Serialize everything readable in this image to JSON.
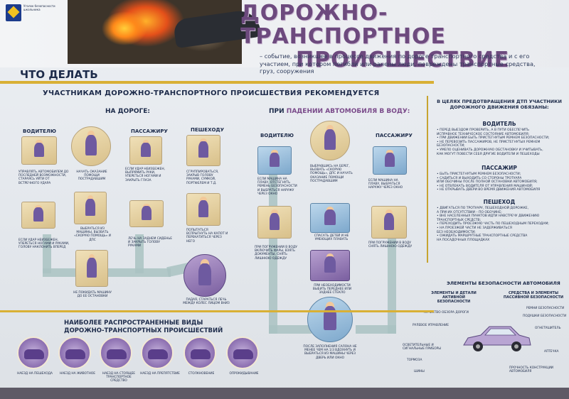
{
  "header": {
    "logo_text": "Уголок безопасности школьника",
    "title_line1": "ДОРОЖНО-ТРАНСПОРТНОЕ",
    "title_line2": "ПРОИСШЕСТВИЕ",
    "definition": "– событие, возникшее в процессе движения по дороге транспортного средства и с его участием, при котором погибли или ранены люди, повреждены транспортные средства, груз, сооружения"
  },
  "what_to_do": "ЧТО ДЕЛАТЬ",
  "recommend_title": "УЧАСТНИКАМ ДОРОЖНО-ТРАНСПОРТНОГО ПРОИСШЕСТВИЯ РЕКОМЕНДУЕТСЯ",
  "road": {
    "title": "НА ДОРОГЕ:",
    "driver": "ВОДИТЕЛЮ",
    "passenger": "ПАССАЖИРУ",
    "pedestrian": "ПЕШЕХОДУ",
    "captions": {
      "c1": "УПРАВЛЯТЬ АВТОМОБИЛЕМ ДО ПОСЛЕДНЕЙ ВОЗМОЖНОСТИ, СТАРАЯСЬ УЙТИ ОТ ВСТРЕЧНОГО УДАРА",
      "c2": "НАЧАТЬ ОКАЗАНИЕ ПОМОЩИ ПОСТРАДАВШИМ",
      "c3": "ЕСЛИ УДАР НЕИЗБЕЖЕН, ВЫПРЯМИТЬ РУКИ, УПЕРЕТЬСЯ НОГАМИ И ЗАКРЫТЬ ГЛАЗА",
      "c4": "СГРУППИРОВАТЬСЯ, ЗАКРЫВ ГОЛОВУ РУКАМИ, СУМКОЙ, ПОРТФЕЛЕМ И Т.Д.",
      "c5": "ЕСЛИ УДАР НЕИЗБЕЖЕН, УПЕРЕТЬСЯ НОГАМИ И РУКАМИ, ГОЛОВУ НАКЛОНИТЬ ВПЕРЕД",
      "c6": "ВЫБРАТЬСЯ ИЗ МАШИНЫ, ВЫЗВАТЬ «СКОРУЮ ПОМОЩЬ» И ДПС",
      "c7": "ЛЕЧЬ НА ЗАДНЕМ СИДЕНЬЕ И ЗАКРЫТЬ ГОЛОВУ РУКАМИ",
      "c8": "ПОПЫТАТЬСЯ ВСПРЫГНУТЬ НА КАПОТ И ПЕРЕКАТИТЬСЯ ЧЕРЕЗ НЕГО",
      "c9": "НЕ ПОКИДАТЬ МАШИНУ ДО ЕЕ ОСТАНОВКИ",
      "c10": "ПАДАЯ, СТАРАТЬСЯ ЛЕЧЬ МЕЖДУ КОЛЕС ЛИЦОМ ВНИЗ"
    }
  },
  "water": {
    "title_prefix": "ПРИ ",
    "title_hl": "ПАДЕНИИ АВТОМОБИЛЯ В ВОДУ:",
    "driver": "ВОДИТЕЛЮ",
    "passenger": "ПАССАЖИРУ",
    "captions": {
      "w1": "ЕСЛИ МАШИНА НА ПЛАВУ, ОТСТЕГНУТЬ РЕМЕНЬ БЕЗОПАСНОСТИ И ВЫБРАТЬСЯ НАРУЖУ ЧЕРЕЗ ОКНО",
      "w2": "ВЫБРАВШИСЬ НА БЕРЕГ, ВЫЗВАТЬ «СКОРУЮ ПОМОЩЬ», ДПС И НАЧАТЬ ОКАЗАНИЕ ПОМОЩИ ПОСТРАДАВШИМ",
      "w3": "ЕСЛИ МАШИНА НА ПЛАВУ, ВЫБРАТЬСЯ НАРУЖУ ЧЕРЕЗ ОКНО",
      "w4": "СПАСАТЬ ДЕТЕЙ И НЕ УМЕЮЩИХ ПЛАВАТЬ",
      "w5": "ПРИ ПОГРУЖЕНИИ В ВОДУ ВКЛЮЧИТЬ ФАРЫ, ВЗЯТЬ ДОКУМЕНТЫ, СНЯТЬ ЛИШНЮЮ ОДЕЖДУ",
      "w6": "ПРИ ПОГРУЖЕНИИ В ВОДУ СНЯТЬ ЛИШНЮЮ ОДЕЖДУ",
      "w7": "ПРИ НЕОБХОДИМОСТИ ВЫБИТЬ ПЕРЕДНЕЕ ИЛИ ЗАДНЕЕ СТЕКЛО",
      "w8": "ПОСЛЕ ЗАПОЛНЕНИЯ САЛОНА НЕ МЕНЕЕ ЧЕМ НА 1/3 ВДОХНУТЬ И ВЫБРАТЬСЯ ИЗ МАШИНЫ ЧЕРЕЗ ДВЕРЬ ИЛИ ОКНО"
    }
  },
  "right_panel": {
    "title": "В ЦЕЛЯХ ПРЕДОТВРАЩЕНИЯ ДТП УЧАСТНИКИ ДОРОЖНОГО ДВИЖЕНИЯ ОБЯЗАНЫ:",
    "driver_head": "ВОДИТЕЛЬ",
    "driver_items": [
      "• ПЕРЕД ВЫЕЗДОМ ПРОВЕРИТЬ, А В ПУТИ ОБЕСПЕЧИТЬ",
      "  ИСПРАВНОЕ ТЕХНИЧЕСКОЕ СОСТОЯНИЕ АВТОМОБИЛЯ;",
      "• ПРИ ДВИЖЕНИИ БЫТЬ ПРИСТЕГНУТЫМ РЕМНЕМ БЕЗОПАСНОСТИ;",
      "• НЕ ПЕРЕВОЗИТЬ ПАССАЖИРОВ, НЕ ПРИСТЕГНУТЫХ РЕМНЕМ",
      "  БЕЗОПАСНОСТИ;",
      "• УМЕЛО ОЦЕНИВАТЬ ДОРОЖНУЮ ОБСТАНОВКУ И УЧИТЫВАТЬ,",
      "  КАК МОГУТ ПОВЕСТИ СЕБЯ ДРУГИЕ ВОДИТЕЛИ И ПЕШЕХОДЫ"
    ],
    "passenger_head": "ПАССАЖИР",
    "passenger_items": [
      "• БЫТЬ ПРИСТЕГНУТЫМ РЕМНЕМ БЕЗОПАСНОСТИ;",
      "• САДИТЬСЯ И ВЫХОДИТЬ СО СТОРОНЫ ТРОТУАРА",
      "  ИЛИ ОБОЧИНЫ  ПОСЛЕ ПОЛНОЙ ОСТАНОВКИ АВТОМОБИЛЯ;",
      "• НЕ ОТВЛЕКАТЬ ВОДИТЕЛЯ ОТ УПРАВЛЕНИЯ МАШИНОЙ;",
      "• НЕ ОТКРЫВАТЬ ДВЕРИ  ВО ВРЕМЯ ДВИЖЕНИЯ АВТОМОБИЛЯ"
    ],
    "pedestrian_head": "ПЕШЕХОД",
    "pedestrian_items": [
      "• ДВИГАТЬСЯ ПО ТРОТУАРУ, ПЕШЕХОДНОЙ ДОРОЖКЕ,",
      "  А ПРИ ИХ ОТСУТСТВИИ – ПО ОБОЧИНЕ;",
      "• ВНЕ НАСЕЛЕННЫХ ПУНКТОВ ИДТИ НАВСТРЕЧУ ДВИЖЕНИЮ",
      "  ТРАНСПОРТНЫХ СРЕДСТВ;",
      "• ПЕРЕХОДИТЬ ПРОЕЗЖУЮ ЧАСТЬ ПО ПЕШЕХОДНЫМ ПЕРЕХОДАМ;",
      "• НА ПРОЕЗЖЕЙ ЧАСТИ НЕ ЗАДЕРЖИВАТЬСЯ",
      "  БЕЗ НЕОБХОДИМОСТИ;",
      "• ОЖИДАТЬ МАРШРУТНЫЕ ТРАНСПОРТНЫЕ СРЕДСТВА",
      "  НА ПОСАДОЧНЫХ ПЛОЩАДКАХ"
    ]
  },
  "safety": {
    "title": "ЭЛЕМЕНТЫ БЕЗОПАСНОСТИ АВТОМОБИЛЯ",
    "active": "ЭЛЕМЕНТЫ И ДЕТАЛИ АКТИВНОЙ БЕЗОПАСНОСТИ",
    "passive": "СРЕДСТВА И ЭЛЕМЕНТЫ ПАССИВНОЙ БЕЗОПАСНОСТИ",
    "parts": {
      "p1": "КАЧЕСТВО ОБЗОРА ДОРОГИ",
      "p2": "РУЛЕВОЕ УПРАВЛЕНИЕ",
      "p3": "ОСВЕТИТЕЛЬНЫЕ И СИГНАЛЬНЫЕ ПРИБОРЫ",
      "p4": "ТОРМОЗА",
      "p5": "ШИНЫ",
      "p6": "РЕМНИ БЕЗОПАСНОСТИ",
      "p7": "ПОДУШКИ БЕЗОПАСНОСТИ",
      "p8": "ОГНЕТУШИТЕЛЬ",
      "p9": "АПТЕЧКА",
      "p10": "ПРОЧНОСТЬ КОНСТРУКЦИИ АВТОМОБИЛЯ"
    }
  },
  "types": {
    "title": "НАИБОЛЕЕ РАСПРОСТРАНЕННЫЕ ВИДЫ ДОРОЖНО-ТРАНСПОРТНЫХ ПРОИСШЕСТВИЙ",
    "items": [
      "НАЕЗД НА ПЕШЕХОДА",
      "НАЕЗД НА ЖИВОТНОЕ",
      "НАЕЗД НА СТОЯЩЕЕ ТРАНСПОРТНОЕ СРЕДСТВО",
      "НАЕЗД НА ПРЕПЯТСТВИЕ",
      "СТОЛКНОВЕНИЕ",
      "ОПРОКИДЫВАНИЕ"
    ]
  },
  "colors": {
    "title_purple": "#6d4a7e",
    "accent_gold": "#d9b035",
    "navy_text": "#1d2b4a"
  }
}
